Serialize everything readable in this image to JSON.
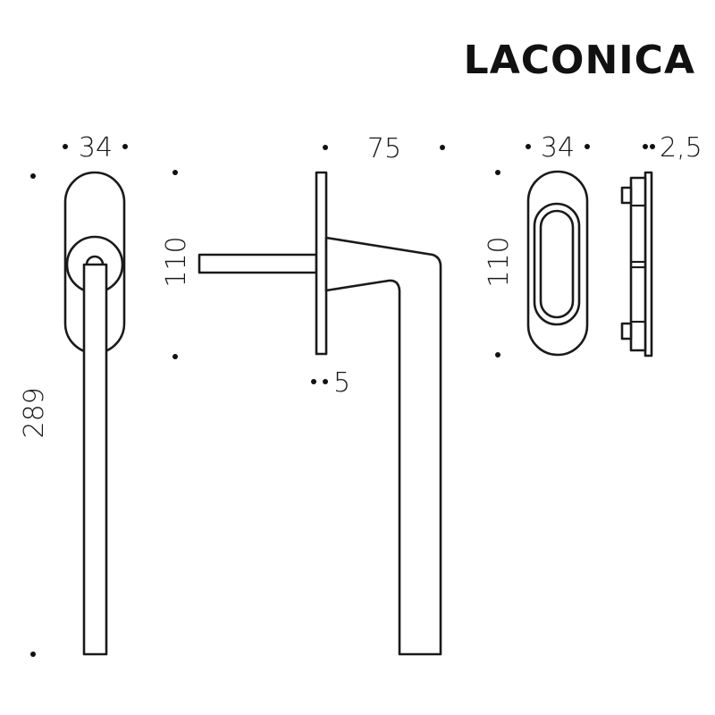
{
  "title": "LACONICA",
  "dimensions": {
    "front_width": "34",
    "overall_height": "289",
    "side_projection": "75",
    "rose_height": "110",
    "rose_thickness": "5",
    "rear_width": "34",
    "rear_height": "110",
    "rear_thickness": "2,5"
  },
  "colors": {
    "line": "#1a1a1a",
    "background": "#ffffff"
  }
}
